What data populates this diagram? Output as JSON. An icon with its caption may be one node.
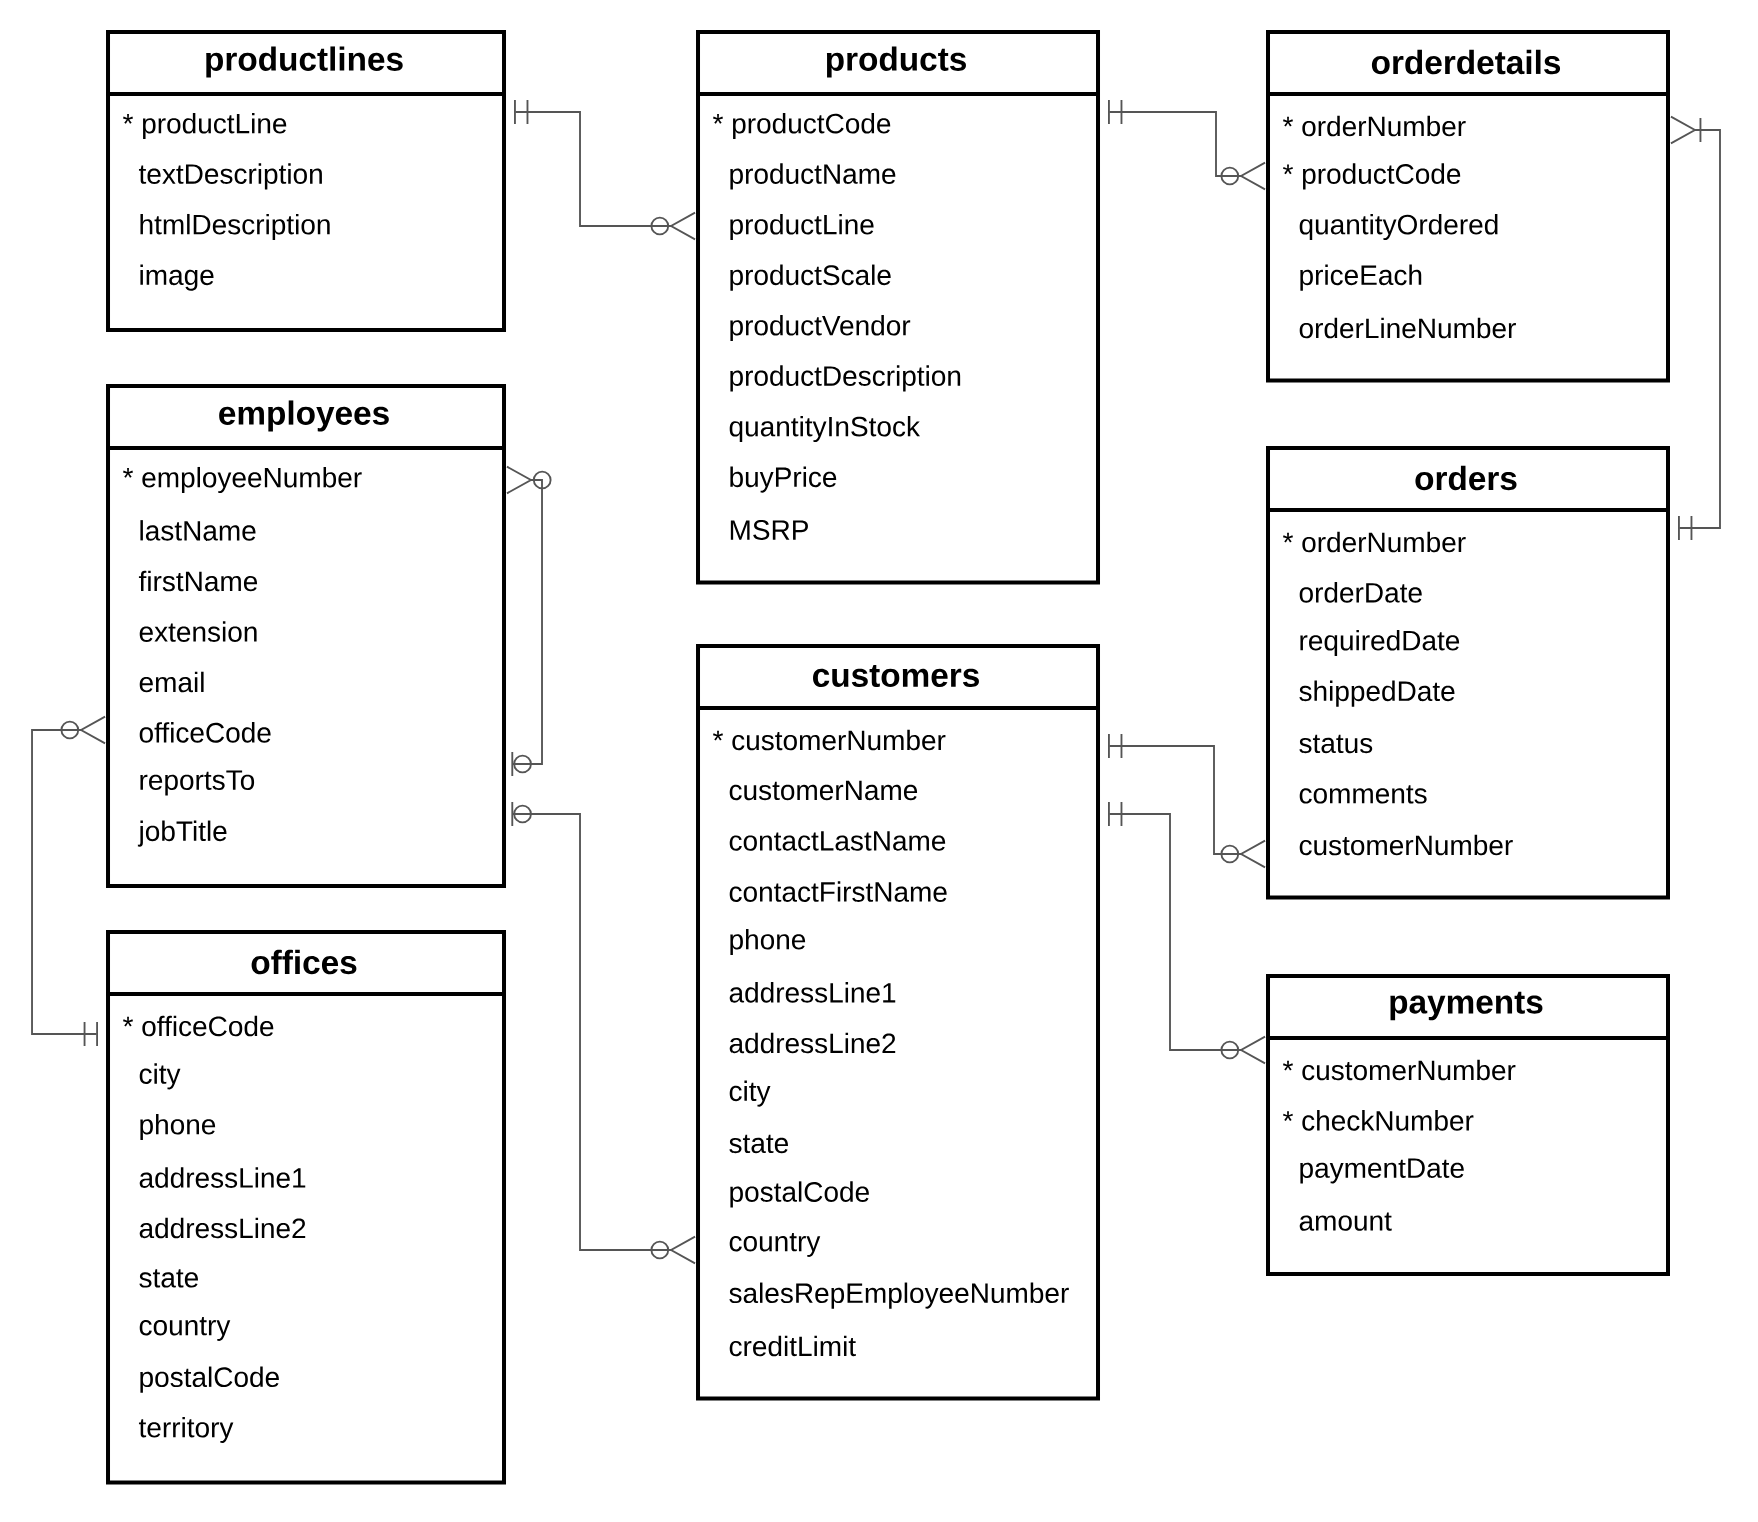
{
  "diagram": {
    "nodes": [
      {
        "text": [
          "productlines",
          "* productLine",
          "textDescription",
          "htmlDescription",
          "image"
        ]
      },
      {
        "text": [
          "products",
          "* productCode",
          "productName",
          "productLine",
          "productScale",
          "productVendor",
          "productDescription",
          "quantityInStock",
          "buyPrice",
          "MSRP"
        ]
      },
      {
        "text": [
          "orderdetails",
          "* orderNumber",
          "* productCode",
          "quantityOrdered",
          "priceEach",
          "orderLineNumber"
        ]
      },
      {
        "text": [
          "employees",
          "* employeeNumber",
          "lastName",
          "firstName",
          "extension",
          "email",
          "officeCode",
          "reportsTo",
          "jobTitle"
        ]
      },
      {
        "text": [
          "orders",
          "* orderNumber",
          "orderDate",
          "requiredDate",
          "shippedDate",
          "status",
          "comments",
          "customerNumber"
        ]
      },
      {
        "text": [
          "customers",
          "* customerNumber",
          "customerName",
          "contactLastName",
          "contactFirstName",
          "phone",
          "addressLine1",
          "addressLine2",
          "city",
          "state",
          "postalCode",
          "country",
          "salesRepEmployeeNumber",
          "creditLimit"
        ]
      },
      {
        "text": [
          "offices",
          "* officeCode",
          "city",
          "phone",
          "addressLine1",
          "addressLine2",
          "state",
          "country",
          "postalCode",
          "territory"
        ]
      },
      {
        "text": [
          "payments",
          "* customerNumber",
          "* checkNumber",
          "paymentDate",
          "amount"
        ]
      }
    ],
    "edges": [
      {
        "from": 0,
        "to": 1,
        "arrow": "other"
      },
      {
        "from": 1,
        "to": 2,
        "arrow": "other"
      },
      {
        "from": 4,
        "to": 2,
        "arrow": "other"
      },
      {
        "from": 3,
        "to": 3,
        "arrow": "other"
      },
      {
        "from": 6,
        "to": 3,
        "arrow": "other"
      },
      {
        "from": 3,
        "to": 5,
        "arrow": "other"
      },
      {
        "from": 5,
        "to": 4,
        "arrow": "other"
      },
      {
        "from": 5,
        "to": 7,
        "arrow": "other"
      }
    ]
  }
}
